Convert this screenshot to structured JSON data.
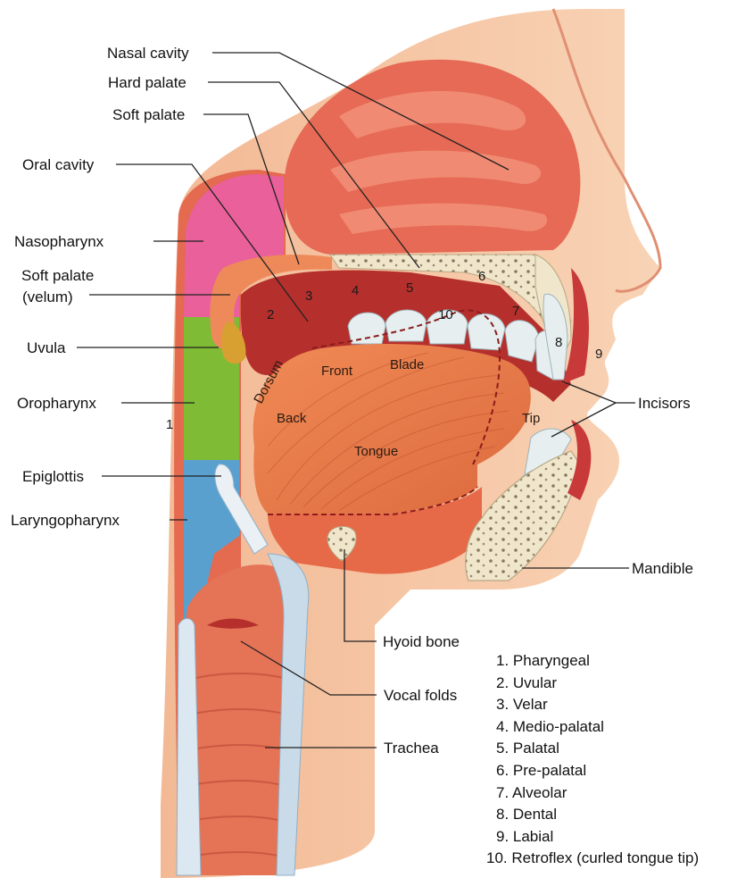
{
  "labels": {
    "nasal_cavity": "Nasal cavity",
    "hard_palate": "Hard palate",
    "soft_palate_top": "Soft palate",
    "oral_cavity": "Oral cavity",
    "nasopharynx": "Nasopharynx",
    "soft_palate_line1": "Soft palate",
    "soft_palate_line2": "(velum)",
    "uvula": "Uvula",
    "oropharynx": "Oropharynx",
    "epiglottis": "Epiglottis",
    "laryngopharynx": "Laryngopharynx",
    "incisors": "Incisors",
    "mandible": "Mandible",
    "hyoid_bone": "Hyoid bone",
    "vocal_folds": "Vocal folds",
    "trachea": "Trachea"
  },
  "tongue_labels": {
    "dorsum": "Dorsum",
    "front": "Front",
    "blade": "Blade",
    "back": "Back",
    "tongue": "Tongue",
    "tip": "Tip"
  },
  "place_numbers": [
    "1",
    "2",
    "3",
    "4",
    "5",
    "6",
    "7",
    "8",
    "9",
    "10"
  ],
  "legend": [
    "1. Pharyngeal",
    "2. Uvular",
    "3. Velar",
    "4. Medio-palatal",
    "5. Palatal",
    "6. Pre-palatal",
    "7. Alveolar",
    "8. Dental",
    "9. Labial",
    "10. Retroflex (curled tongue tip)"
  ],
  "colors": {
    "skin": "#f6c5a0",
    "flesh": "#e8705a",
    "muscle": "#e9814f",
    "cavity": "#b5302c",
    "bone": "#efe6cc",
    "teeth": "#e6eef0",
    "nasopharynx": "#e9609a",
    "oropharynx": "#7fbb34",
    "laryngopharynx": "#5aa0cf"
  }
}
